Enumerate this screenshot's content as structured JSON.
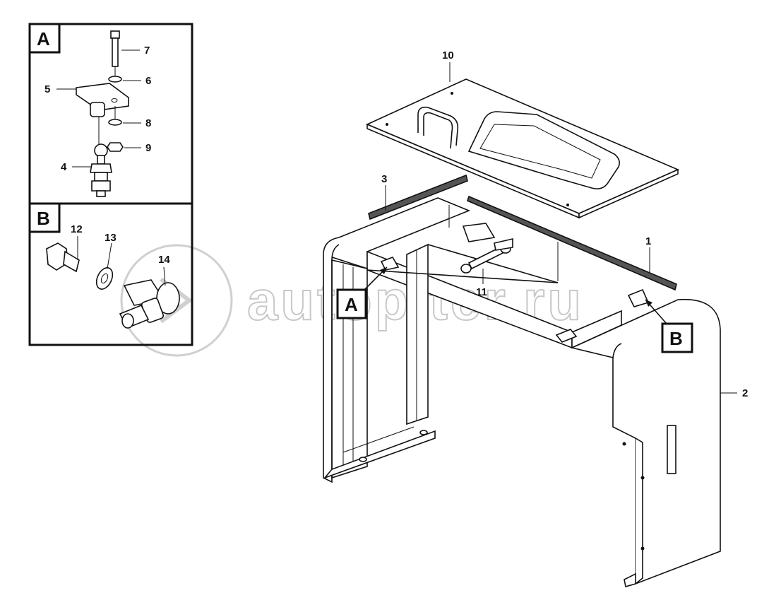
{
  "watermark": "autopiter.ru",
  "detail_views": [
    {
      "letter": "A",
      "callouts": [
        "7",
        "6",
        "5",
        "8",
        "9",
        "4"
      ]
    },
    {
      "letter": "B",
      "callouts": [
        "12",
        "13",
        "14"
      ]
    }
  ],
  "main_callouts": [
    "10",
    "3",
    "1",
    "11",
    "2"
  ],
  "main_flags": [
    "A",
    "B"
  ]
}
